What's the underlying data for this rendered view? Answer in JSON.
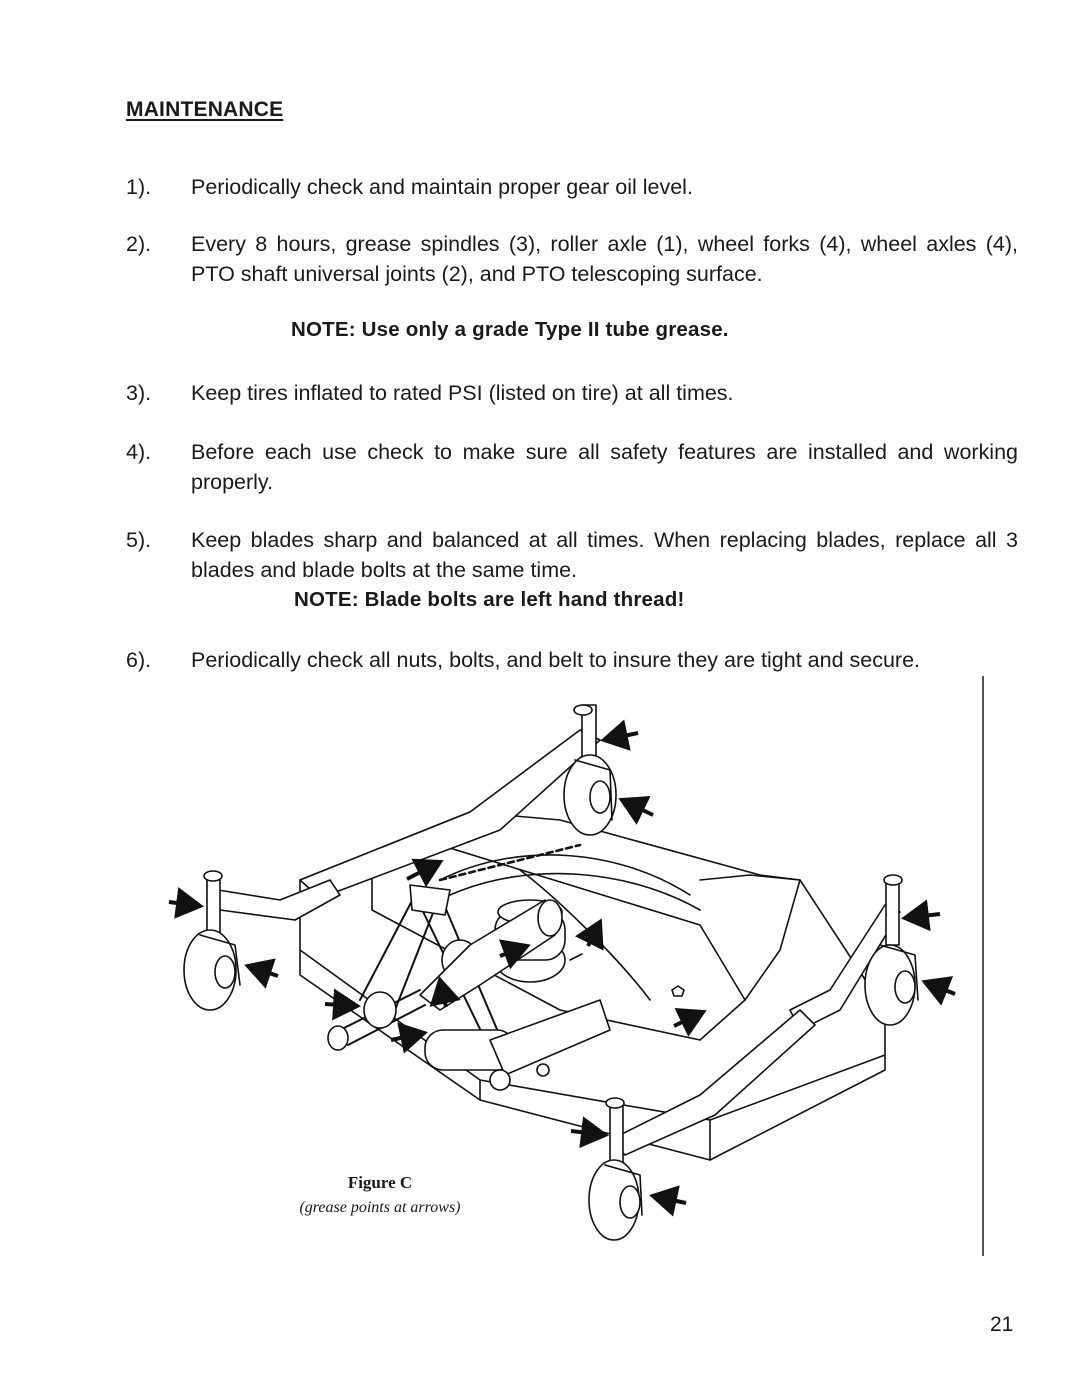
{
  "heading": "MAINTENANCE",
  "items": [
    {
      "num": "1).",
      "text": "Periodically check and maintain proper gear oil level."
    },
    {
      "num": "2).",
      "text": "Every 8 hours, grease spindles (3), roller axle (1), wheel forks (4), wheel axles (4), PTO shaft universal joints (2), and PTO telescoping surface."
    },
    {
      "num": "3).",
      "text": "Keep tires inflated to rated PSI (listed on tire) at all times."
    },
    {
      "num": "4).",
      "text": "Before each use check to make sure all safety features are installed and working properly."
    },
    {
      "num": "5).",
      "text": "Keep blades sharp and balanced at all times.  When replacing blades, replace all 3 blades and blade bolts at the same time."
    },
    {
      "num": "6).",
      "text": "Periodically check all nuts, bolts, and belt to insure they are tight and secure."
    }
  ],
  "notes": {
    "grease": "NOTE:  Use only a grade Type II tube grease.",
    "blade": "NOTE:  Blade bolts are left hand thread!"
  },
  "figure": {
    "title": "Figure C",
    "subtitle": "(grease points at arrows)"
  },
  "page_number": "21"
}
